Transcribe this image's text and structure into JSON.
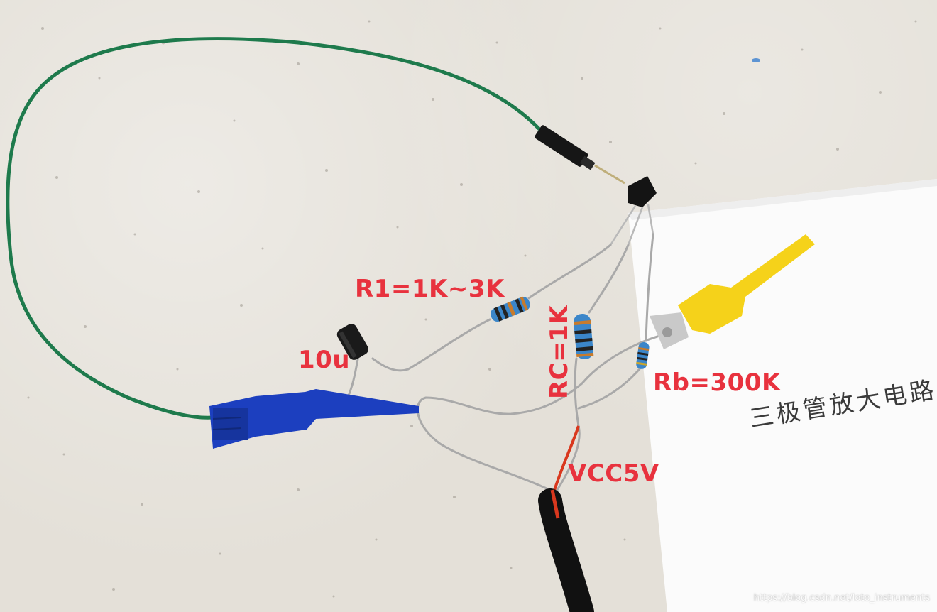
{
  "labels": {
    "r1": "R1=1K~3K",
    "capacitor": "10u",
    "rc": "RC=1K",
    "rb": "Rb=300K",
    "vcc": "VCC5V"
  },
  "paper_note": "三极管放大电路",
  "watermark": "https://blog.csdn.net/loto_instruments",
  "colors": {
    "label_red": "#e8323e",
    "green_wire": "#1e7a4c",
    "blue_clip": "#1c3fbf",
    "yellow_clip": "#f5d21a",
    "countertop": "#e4e0d8"
  }
}
